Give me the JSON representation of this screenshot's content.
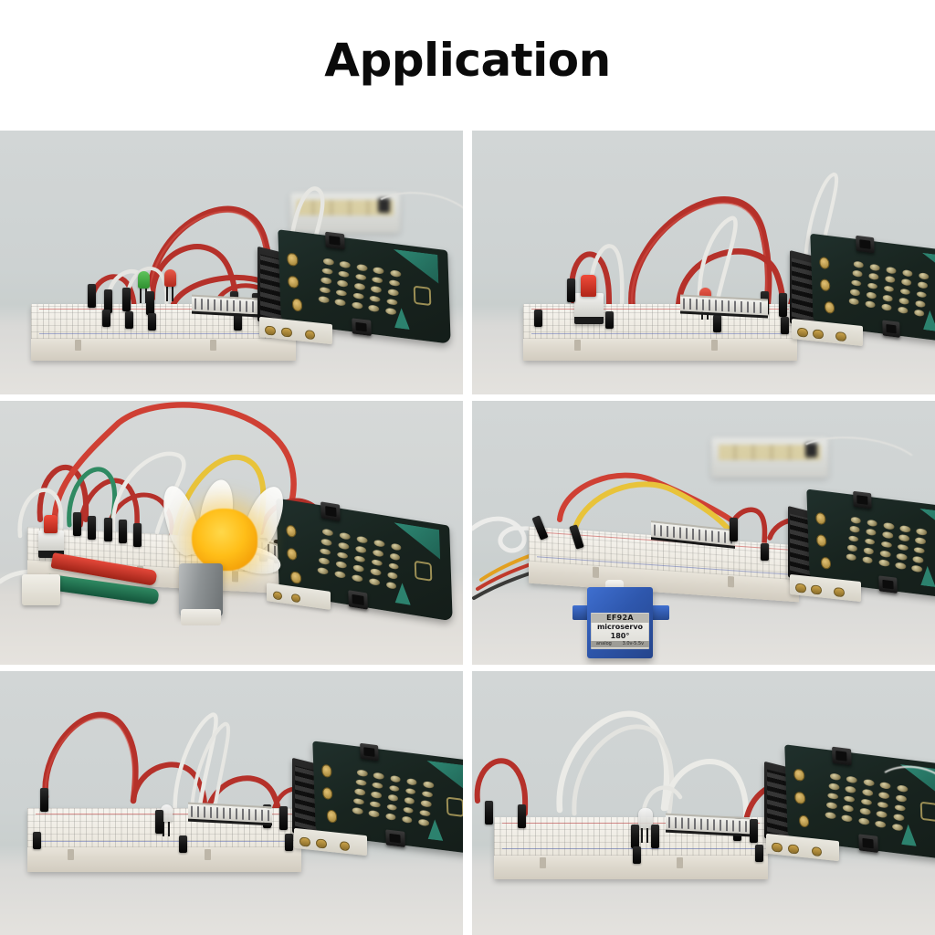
{
  "page": {
    "title": "Application",
    "background_color": "#ffffff",
    "title_color": "#0a0a0a"
  },
  "gallery": {
    "columns": 2,
    "rows": 3,
    "photo_background_color": "#cfd3d3",
    "items": [
      {
        "id": "photo-1",
        "position": "row1-left",
        "caption": "micro:bit breadboard circuit with green and red LEDs and battery pack",
        "components": [
          "breadboard",
          "micro:bit",
          "edge-connector-breakout",
          "green-led",
          "red-led",
          "battery-pack",
          "red-jumper-wires",
          "white-jumper-wires"
        ]
      },
      {
        "id": "photo-2",
        "position": "row1-right",
        "caption": "micro:bit breadboard circuit with red push button and red LED",
        "components": [
          "breadboard",
          "micro:bit",
          "edge-connector-breakout",
          "red-push-button",
          "red-led",
          "red-jumper-wires",
          "white-jumper-wire"
        ]
      },
      {
        "id": "photo-3",
        "position": "row2-left",
        "caption": "micro:bit circuit driving a DC motor with fan blades and alligator clips",
        "components": [
          "breadboard",
          "micro:bit",
          "dc-motor",
          "fan-blade",
          "red-alligator-clip",
          "green-alligator-clip",
          "red-push-button",
          "yellow-jumper-wire",
          "red-jumper-wires",
          "glowing-lamp"
        ]
      },
      {
        "id": "photo-4",
        "position": "row2-right",
        "caption": "micro:bit circuit controlling a blue micro servo motor",
        "components": [
          "breadboard",
          "micro:bit",
          "edge-connector-breakout",
          "micro-servo",
          "battery-pack",
          "servo-wires",
          "red-jumper-wire",
          "yellow-jumper-wire"
        ],
        "servo_label": {
          "model": "EF92A",
          "type": "microservo 180°",
          "signal": "analog",
          "voltage": "3.0v-5.5v"
        }
      },
      {
        "id": "photo-5",
        "position": "row3-left",
        "caption": "micro:bit breadboard circuit with a single clear LED and red jumper wires",
        "components": [
          "breadboard",
          "micro:bit",
          "edge-connector-breakout",
          "clear-led",
          "red-jumper-wires",
          "white-jumper-wire"
        ]
      },
      {
        "id": "photo-6",
        "position": "row3-right",
        "caption": "micro:bit breadboard circuit with a clear LED and white jumper wires",
        "components": [
          "breadboard",
          "micro:bit",
          "edge-connector-breakout",
          "clear-led",
          "white-jumper-wires",
          "red-jumper-wires"
        ]
      }
    ]
  },
  "colors": {
    "wire_red": "#c0392b",
    "wire_white": "#e8e8e6",
    "wire_yellow": "#e8c33a",
    "board_dark": "#18241f",
    "board_green": "#2f8d78",
    "servo_blue": "#2e57ad",
    "led_green": "#3fae40",
    "led_red": "#d2392a",
    "glow_orange": "#ffbe18",
    "clip_red": "#d8392a",
    "clip_green": "#217a55",
    "breadboard": "#efece4"
  }
}
